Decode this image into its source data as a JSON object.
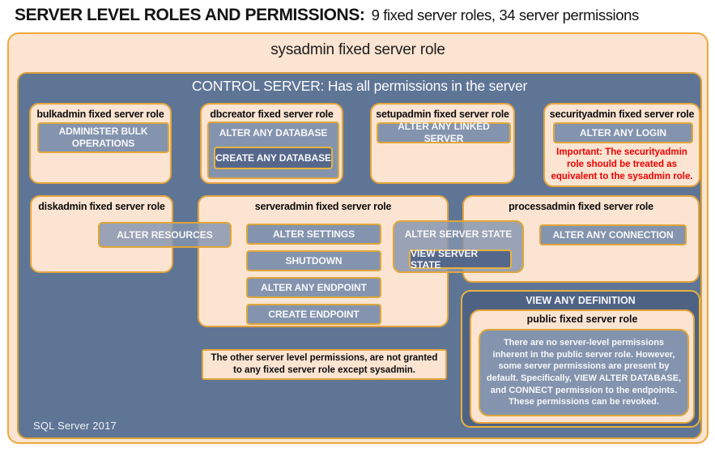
{
  "header": {
    "title": "SERVER LEVEL ROLES AND PERMISSIONS:",
    "subtitle": "9 fixed server roles, 34 server permissions"
  },
  "sysadmin": {
    "title": "sysadmin fixed server role"
  },
  "control_server": {
    "header": "CONTROL SERVER: Has all permissions in the server",
    "footer": "SQL Server 2017"
  },
  "roles": {
    "bulkadmin": {
      "title": "bulkadmin fixed server role",
      "permission": "ADMINISTER BULK OPERATIONS"
    },
    "dbcreator": {
      "title": "dbcreator fixed server role",
      "permission": "ALTER ANY DATABASE",
      "nested_permission": "CREATE ANY DATABASE"
    },
    "setupadmin": {
      "title": "setupadmin fixed server role",
      "permission": "ALTER ANY LINKED SERVER"
    },
    "securityadmin": {
      "title": "securityadmin fixed server role",
      "permission": "ALTER ANY LOGIN",
      "warning": "Important: The securityadmin role should be treated as equivalent to the sysadmin role."
    },
    "diskadmin": {
      "title": "diskadmin fixed server role",
      "permission": "ALTER RESOURCES"
    },
    "serveradmin": {
      "title": "serveradmin fixed server role",
      "permissions": [
        "ALTER SETTINGS",
        "SHUTDOWN",
        "ALTER ANY ENDPOINT",
        "CREATE ENDPOINT"
      ],
      "straddle_permission": "ALTER SERVER STATE",
      "nested_permission": "VIEW SERVER STATE"
    },
    "processadmin": {
      "title": "processadmin fixed server role",
      "permission": "ALTER ANY CONNECTION"
    },
    "public": {
      "container_permission": "VIEW ANY DEFINITION",
      "title": "public fixed server role",
      "description": "There are no server-level permissions inherent in the public server role. However, some server permissions are present by default. Specifically, VIEW ALTER DATABASE, and CONNECT permission to the endpoints. These permissions can be revoked."
    }
  },
  "notes": {
    "other_permissions": "The other server level permissions, are not granted to any fixed server role except sysadmin."
  },
  "colors": {
    "peach": "#FBE4D1",
    "gold_border": "#E5A43C",
    "control_blue": "#5E7596",
    "permission_fill": "#8494AE",
    "permission_dark": "#55688B",
    "definition_fill": "#4E6384",
    "warning_red": "#EE0000"
  }
}
